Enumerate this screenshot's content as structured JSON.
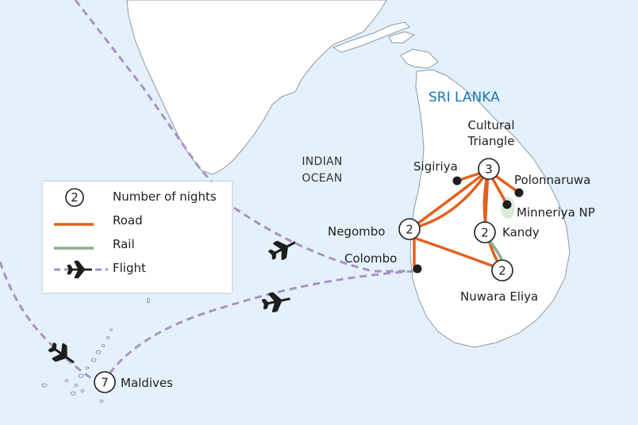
{
  "map": {
    "country_label": "SRI LANKA",
    "ocean_label_line1": "INDIAN",
    "ocean_label_line2": "OCEAN",
    "colors": {
      "sea": "#e4f1fa",
      "land": "#ffffff",
      "coast": "#8a9aa6",
      "road": "#e3611d",
      "rail": "#8fab92",
      "flight": "#a992c5",
      "park": "#dbead9"
    },
    "places": [
      {
        "id": "cultural-triangle",
        "line1": "Cultural",
        "line2": "Triangle",
        "nights": "3"
      },
      {
        "id": "sigiriya",
        "name": "Sigiriya"
      },
      {
        "id": "polonnaruwa",
        "name": "Polonnaruwa"
      },
      {
        "id": "minneriya",
        "name": "Minneriya NP"
      },
      {
        "id": "negombo",
        "name": "Negombo",
        "nights": "2"
      },
      {
        "id": "kandy",
        "name": "Kandy",
        "nights": "2"
      },
      {
        "id": "colombo",
        "name": "Colombo"
      },
      {
        "id": "nuwara-eliya",
        "name": "Nuwara Eliya",
        "nights": "2"
      },
      {
        "id": "maldives",
        "name": "Maldives",
        "nights": "7"
      }
    ]
  },
  "legend": {
    "nights": {
      "symbol": "2",
      "label": "Number of nights"
    },
    "road": {
      "label": "Road"
    },
    "rail": {
      "label": "Rail"
    },
    "flight": {
      "label": "Flight",
      "icon": "airplane-icon"
    }
  }
}
